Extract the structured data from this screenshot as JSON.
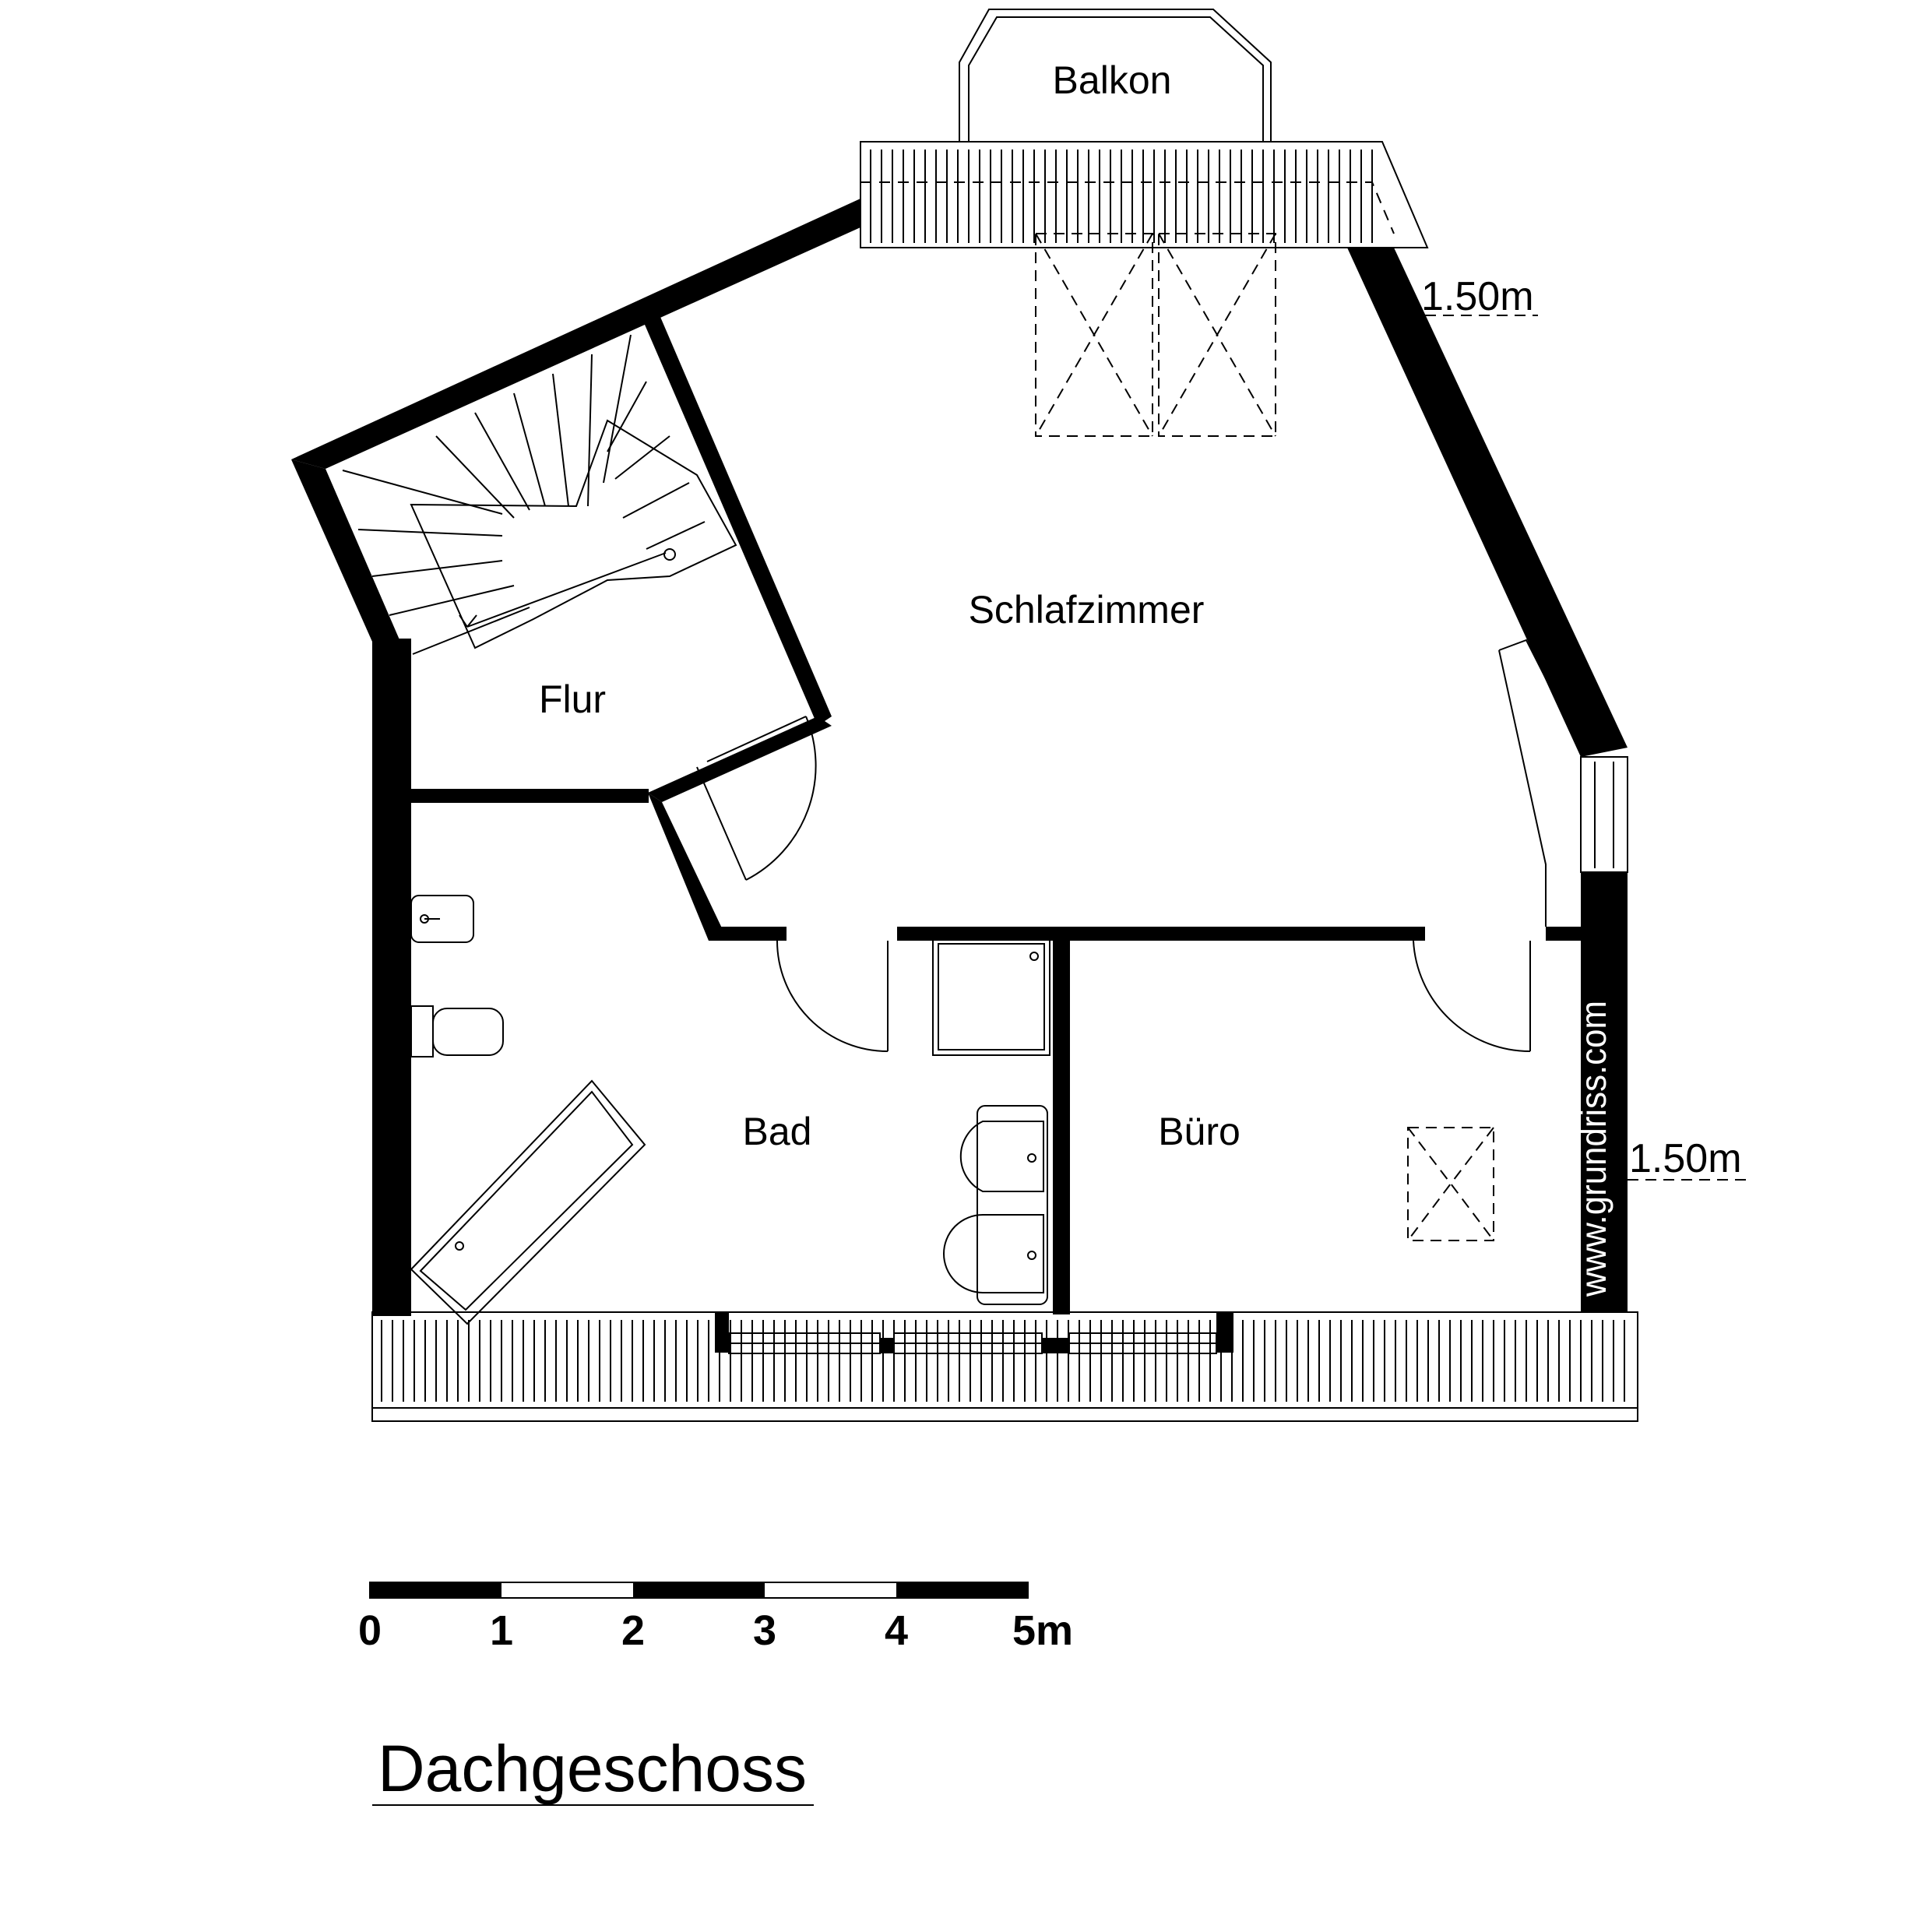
{
  "plan": {
    "rooms": {
      "balkon": "Balkon",
      "schlafzimmer": "Schlafzimmer",
      "flur": "Flur",
      "bad": "Bad",
      "buero": "Büro"
    },
    "dimensions": {
      "top_right": "1.50m",
      "right": "1.50m"
    },
    "watermark": "www.grundriss.com",
    "scale": {
      "ticks": [
        "0",
        "1",
        "2",
        "3",
        "4",
        "5m"
      ]
    },
    "title": "Dachgeschoss"
  },
  "colors": {
    "wall": "#000000",
    "background": "#ffffff"
  }
}
